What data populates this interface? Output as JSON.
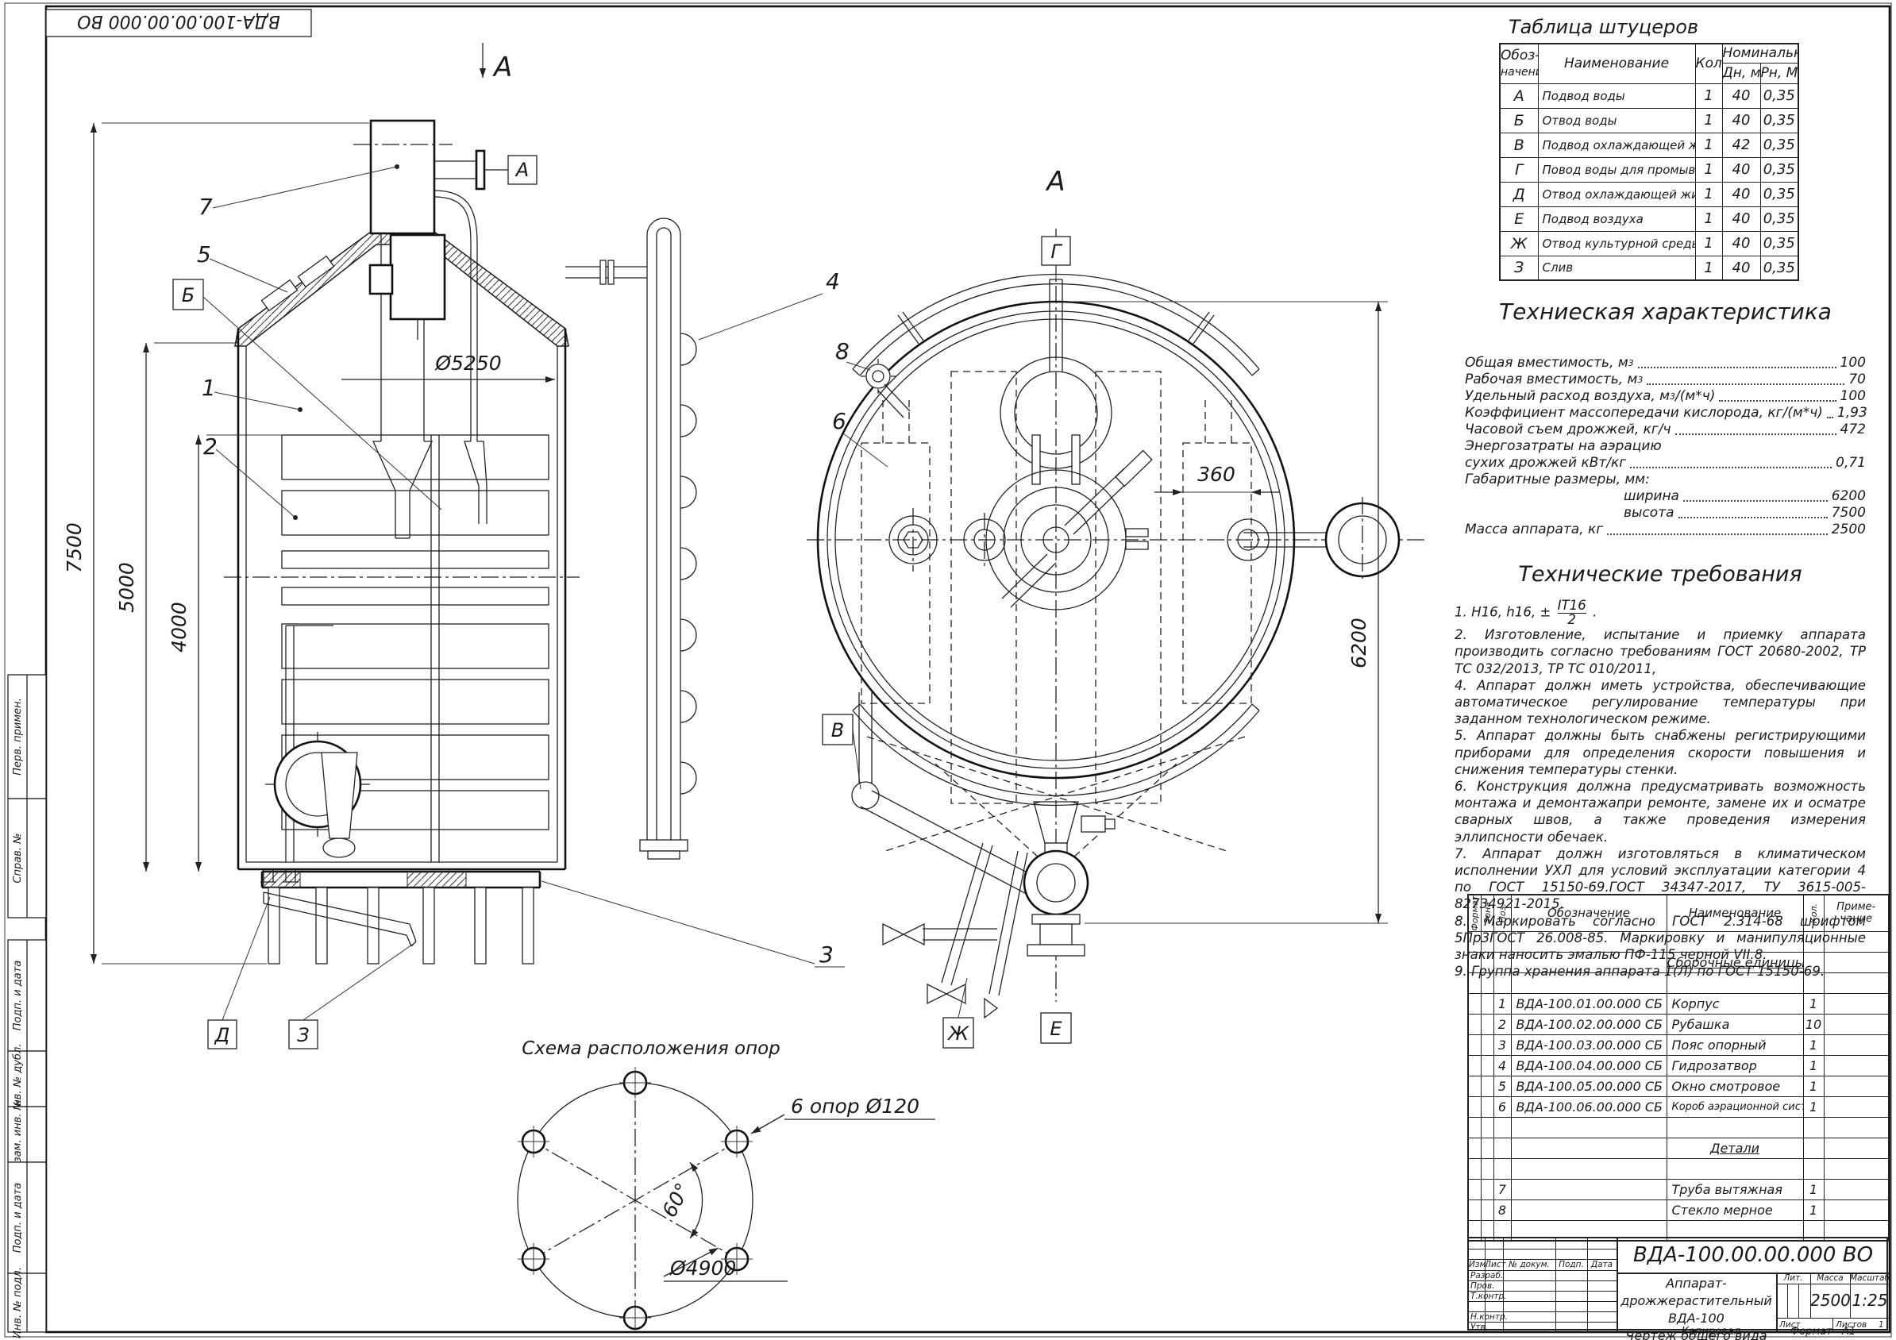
{
  "sheet": {
    "stamp_top_left": "ВДА-100.00.00.000 ВО",
    "margin_labels": [
      "Перв. примен.",
      "Справ. №",
      "Подп. и дата",
      "Инв. № дубл.",
      "Взам. инв. №",
      "Подп. и дата",
      "Инв. № подл."
    ],
    "footer": {
      "copied": "Копировал",
      "format_label": "Формат",
      "format_value": "А1"
    }
  },
  "main_view": {
    "section_label": "А",
    "callout_7": "7",
    "callout_5": "5",
    "callout_1": "1",
    "callout_2": "2",
    "callout_3": "3",
    "callout_4": "4",
    "nozzle_A": "А",
    "nozzle_B": "Б",
    "nozzle_D": "Д",
    "nozzle_Z": "З",
    "dim_7500": "7500",
    "dim_5000": "5000",
    "dim_4000": "4000",
    "dim_5250": "Ø5250"
  },
  "plan_view": {
    "title": "А",
    "callout_8": "8",
    "callout_6": "6",
    "nozzle_G": "Г",
    "nozzle_V": "В",
    "nozzle_ZH": "Ж",
    "nozzle_E": "Е",
    "dim_360": "360",
    "dim_6200": "6200"
  },
  "support_scheme": {
    "title": "Схема расположения опор",
    "supports_label": "6 опор Ø120",
    "diameter_label": "Ø4900",
    "angle_label": "60°"
  },
  "nozzle_table": {
    "title": "Таблица штуцеров",
    "h_mark1": "Обоз-",
    "h_mark2": "начение",
    "h_name": "Наименование",
    "h_qty": "Кол.",
    "h_nominal": "Номинальные",
    "h_dn": "Дн, мм",
    "h_pn": "Рн, МПа",
    "rows": [
      [
        "А",
        "Подвод воды",
        "1",
        "40",
        "0,35"
      ],
      [
        "Б",
        "Отвод воды",
        "1",
        "40",
        "0,35"
      ],
      [
        "В",
        "Подвод охлаждающей жидкости",
        "1",
        "42",
        "0,35"
      ],
      [
        "Г",
        "Повод воды для промывки",
        "1",
        "40",
        "0,35"
      ],
      [
        "Д",
        "Отвод охлаждающей жидкости",
        "1",
        "40",
        "0,35"
      ],
      [
        "Е",
        "Подвод воздуха",
        "1",
        "40",
        "0,35"
      ],
      [
        "Ж",
        "Отвод культурной среды",
        "1",
        "40",
        "0,35"
      ],
      [
        "З",
        "Слив",
        "1",
        "40",
        "0,35"
      ]
    ]
  },
  "tech_char": {
    "title": "Техниеская характеристика",
    "items": [
      {
        "label": "Общая вместимость, м",
        "sup": "3",
        "value": "100"
      },
      {
        "label": "Рабочая вместимость, м",
        "sup": "3",
        "value": "70"
      },
      {
        "label": "Удельный расход воздуха, м",
        "sup": "3",
        "tail": "/(м*ч)",
        "value": "100"
      },
      {
        "label": "Коэффициент массопередачи кислорода, кг/(м*ч)",
        "value": "1,93"
      },
      {
        "label": "Часовой съем дрожжей, кг/ч",
        "value": "472"
      },
      {
        "label": "Энергозатраты на аэрацию"
      },
      {
        "label": "сухих дрожжей кВт/кг",
        "value": "0,71"
      },
      {
        "label": "Габаритные размеры, мм:"
      },
      {
        "label": "ширина",
        "value": "6200"
      },
      {
        "label": "высота",
        "value": "7500"
      },
      {
        "label": "Масса аппарата, кг",
        "value": "2500"
      }
    ]
  },
  "tech_req": {
    "title": "Технические требования",
    "f_prefix": "1. H16, h16,  ±",
    "f_num": "IT16",
    "f_den": "2",
    "f_suffix": ".",
    "items": [
      "2. Изготовление, испытание и приемку аппарата производить согласно требованиям ГОСТ 20680-2002, ТР ТС 032/2013, ТР ТС 010/2011,",
      "4. Аппарат должн иметь устройства, обеспечивающие автоматическое регулирование температуры при заданном технологическом режиме.",
      "5. Аппарат должны быть снабжены регистрирующими приборами для определения скорости повышения и снижения температуры стенки.",
      "6. Конструкция должна предусматривать возможность монтажа и демонтажапри ремонте, замене их и осматре сварных швов, а также проведения измерения эллипсности обечаек.",
      "7. Аппарат должн изготовляться в климатическом исполнении УХЛ для условий эксплуатации категории 4 по ГОСТ 15150-69.ГОСТ 34347-2017, ТУ 3615-005-82734921-2015.",
      "8. Маркировать согласно ГОСТ 2.314-68 шрифтом 5Пр3ГОСТ 26.008-85. Маркировку и манипуляционные знаки наносить эмалью ПФ-115  черной VII.8.",
      "9. Группа хранения аппарата 1(Л) по ГОСТ 15150-69."
    ]
  },
  "specification": {
    "h_format": "Формат",
    "h_zone": "Зона",
    "h_pos": "Поз.",
    "h_designation": "Обозначение",
    "h_name": "Наименование",
    "h_qty": "Кол.",
    "h_note1": "Приме-",
    "h_note2": "чание",
    "section1": "Сборочные единицы",
    "section2": "Детали",
    "rows": [
      [
        "1",
        "ВДА-100.01.00.000 СБ",
        "Корпус",
        "1"
      ],
      [
        "2",
        "ВДА-100.02.00.000 СБ",
        "Рубашка",
        "10"
      ],
      [
        "3",
        "ВДА-100.03.00.000 СБ",
        "Пояс опорный",
        "1"
      ],
      [
        "4",
        "ВДА-100.04.00.000 СБ",
        "Гидрозатвор",
        "1"
      ],
      [
        "5",
        "ВДА-100.05.00.000 СБ",
        "Окно смотровое",
        "1"
      ],
      [
        "6",
        "ВДА-100.06.00.000 СБ",
        "Короб аэрационной системы",
        "1"
      ]
    ],
    "rows2": [
      [
        "7",
        "Труба вытяжная",
        "1"
      ],
      [
        "8",
        "Стекло мерное",
        "1"
      ]
    ]
  },
  "title_block": {
    "designation": "ВДА-100.00.00.000 ВО",
    "name_line1": "Аппарат-дрожжерастительный",
    "name_line2": "ВДА-100",
    "name_line3": "Чертеж общего вида",
    "h_izm": "Изм.",
    "h_list": "Лист",
    "h_doc": "№ докум.",
    "h_podp": "Подп.",
    "h_data": "Дата",
    "r_razrab": "Разраб.",
    "r_prov": "Пров.",
    "r_tkontr": "Т.контр.",
    "r_nkontr": "Н.контр.",
    "r_utv": "Утв.",
    "lit_label": "Лит.",
    "mass_label": "Масса",
    "scale_label": "Масштаб",
    "mass_value": "2500",
    "scale_value": "1:25",
    "sheet_label": "Лист",
    "sheets_label": "Листов",
    "sheets_value": "1"
  }
}
